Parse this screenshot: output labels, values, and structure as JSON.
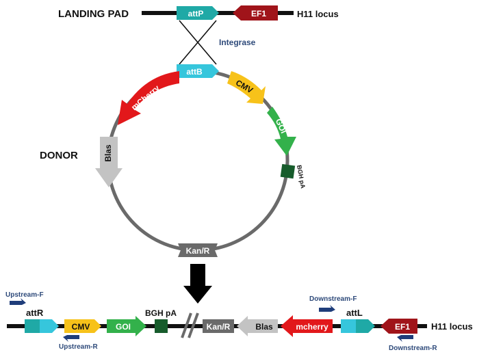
{
  "landing_pad": {
    "title": "LANDING PAD",
    "attp": "attP",
    "ef1": "EF1",
    "locus": "H11 locus"
  },
  "integrase": "Integrase",
  "donor": {
    "title": "DONOR",
    "attb": "attB",
    "cmv": "CMV",
    "goi": "GOI",
    "bgh": "BGH pA",
    "kanr": "Kan/R",
    "blas": "Blas",
    "mcherry": "mCherry"
  },
  "result": {
    "upstream_f": "Upstream-F",
    "upstream_r": "Upstream-R",
    "attr": "attR",
    "cmv": "CMV",
    "goi": "GOI",
    "bgh": "BGH pA",
    "kanr": "Kan/R",
    "blas": "Blas",
    "mcherry": "mcherry",
    "downstream_f": "Downstream-F",
    "attl": "attL",
    "ef1": "EF1",
    "downstream_r": "Downstream-R",
    "locus": "H11 locus"
  },
  "colors": {
    "teal": "#1fa9a6",
    "cyan": "#36c6dc",
    "red": "#e2181b",
    "darkred": "#a0141a",
    "yellow": "#f7c21a",
    "green": "#33b14b",
    "darkgreen": "#175c2c",
    "grey": "#c3c3c3",
    "darkgrey": "#6a6a6a",
    "primer": "#1f3d7a"
  }
}
